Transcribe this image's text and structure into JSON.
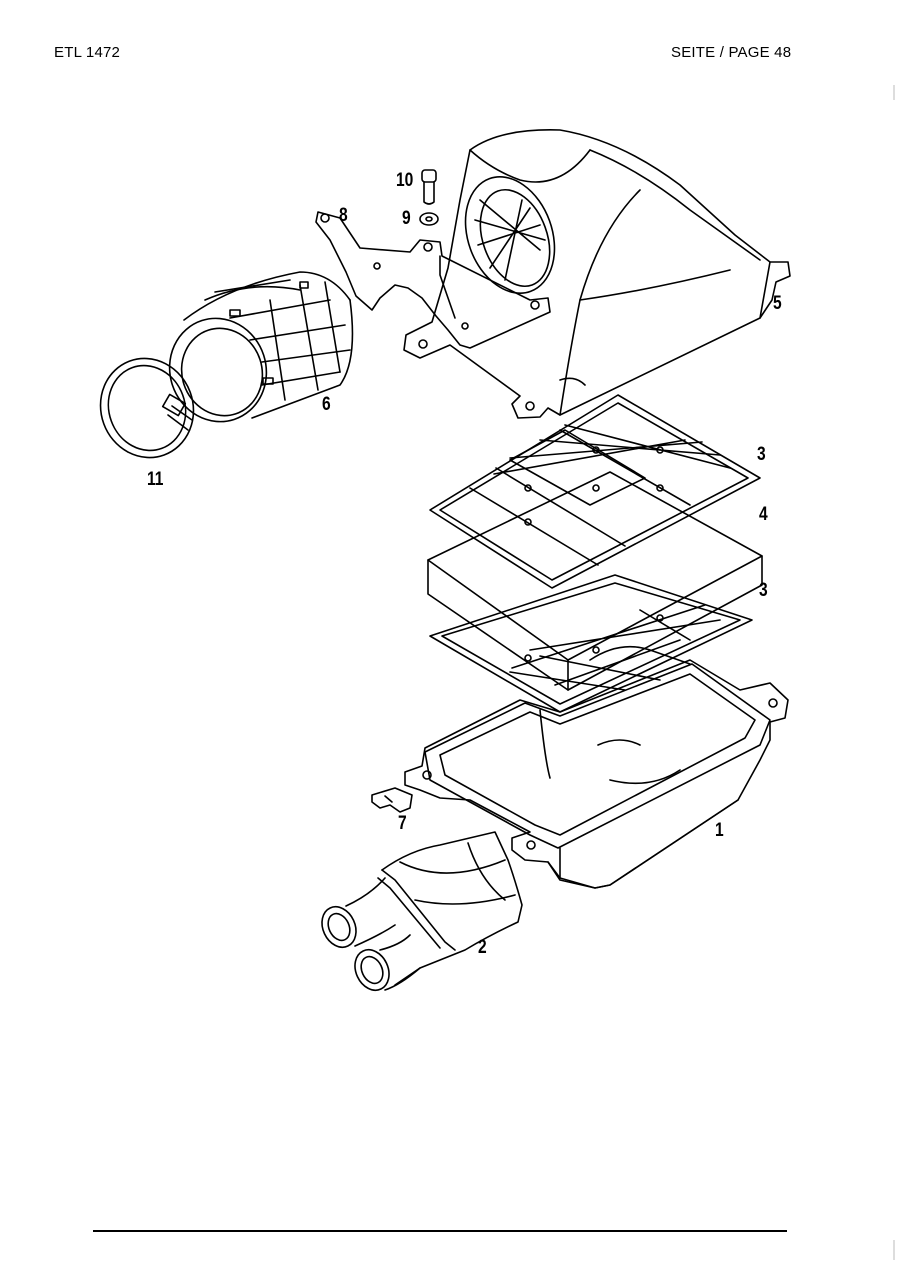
{
  "header": {
    "doc_ref": "ETL 1472",
    "page_label": "SEITE / PAGE 48"
  },
  "callouts": {
    "p1": "1",
    "p2": "2",
    "p3_upper": "3",
    "p3_lower": "3",
    "p4": "4",
    "p5": "5",
    "p6": "6",
    "p7": "7",
    "p8": "8",
    "p9": "9",
    "p10": "10",
    "p11": "11"
  }
}
